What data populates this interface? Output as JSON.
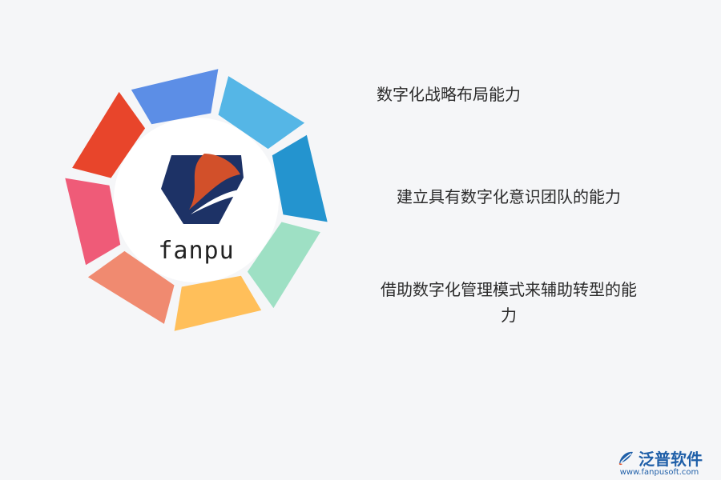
{
  "logo": {
    "text": "fanpu",
    "colors": {
      "dark": "#1d3266",
      "accent": "#d2502a",
      "bg": "#ffffff"
    }
  },
  "ring": {
    "segment_colors": [
      "#55b6e6",
      "#2494cf",
      "#9ee0c4",
      "#ffbf5a",
      "#f08a70",
      "#ef5b78",
      "#e8452b",
      "#5c8ee6"
    ]
  },
  "items": [
    {
      "text": "数字化战略布局能力"
    },
    {
      "text": "建立具有数字化意识团队的能力"
    },
    {
      "text": "借助数字化管理模式来辅助转型的能力"
    }
  ],
  "footer": {
    "name": "泛普软件",
    "url": "www.fanpusoft.com",
    "icon": "fanpu-leaf-icon",
    "color": "#1f5fa8"
  }
}
